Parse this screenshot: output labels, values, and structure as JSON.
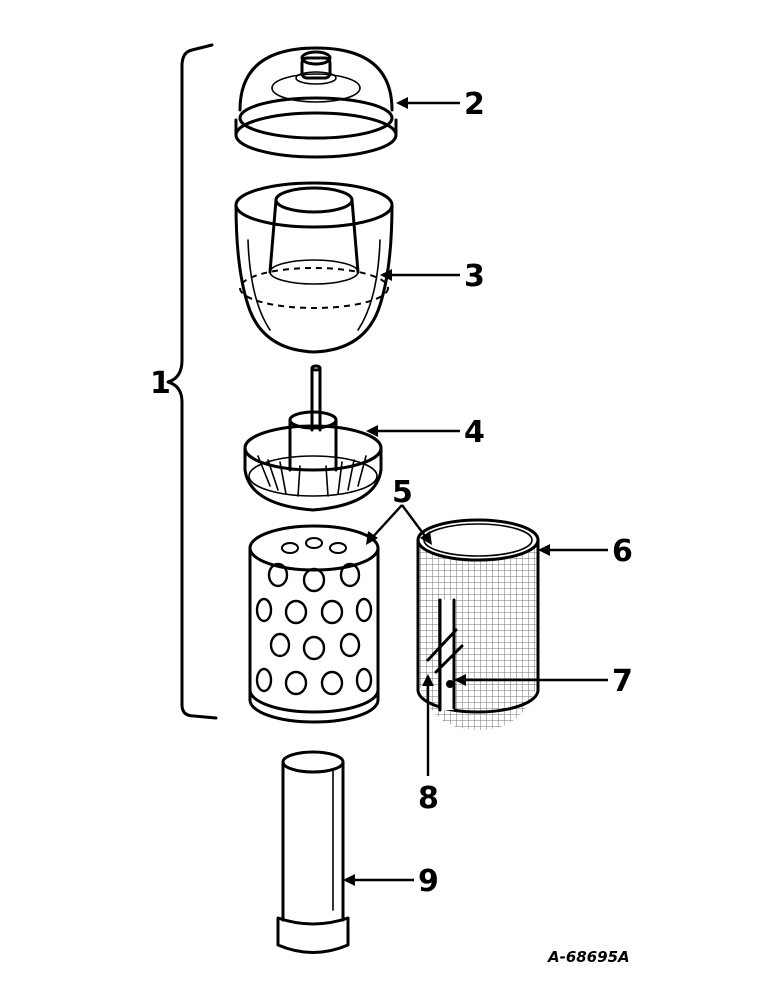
{
  "diagram": {
    "parts": [
      {
        "id": "cover",
        "icon": "dome-cover-icon"
      },
      {
        "id": "bowl",
        "icon": "bowl-icon"
      },
      {
        "id": "baffle",
        "icon": "baffle-icon"
      },
      {
        "id": "perforated-element",
        "icon": "perforated-cylinder-icon"
      },
      {
        "id": "screen-element",
        "icon": "mesh-cylinder-icon"
      },
      {
        "id": "tube",
        "icon": "tube-icon"
      }
    ],
    "callouts": {
      "assembly": "1",
      "cover": "2",
      "bowl": "3",
      "baffle": "4",
      "element": "5",
      "screen": "6",
      "item7": "7",
      "item8": "8",
      "tube": "9"
    },
    "reference_code": "A-68695A",
    "ink_color": "#000000",
    "background_color": "#ffffff"
  }
}
